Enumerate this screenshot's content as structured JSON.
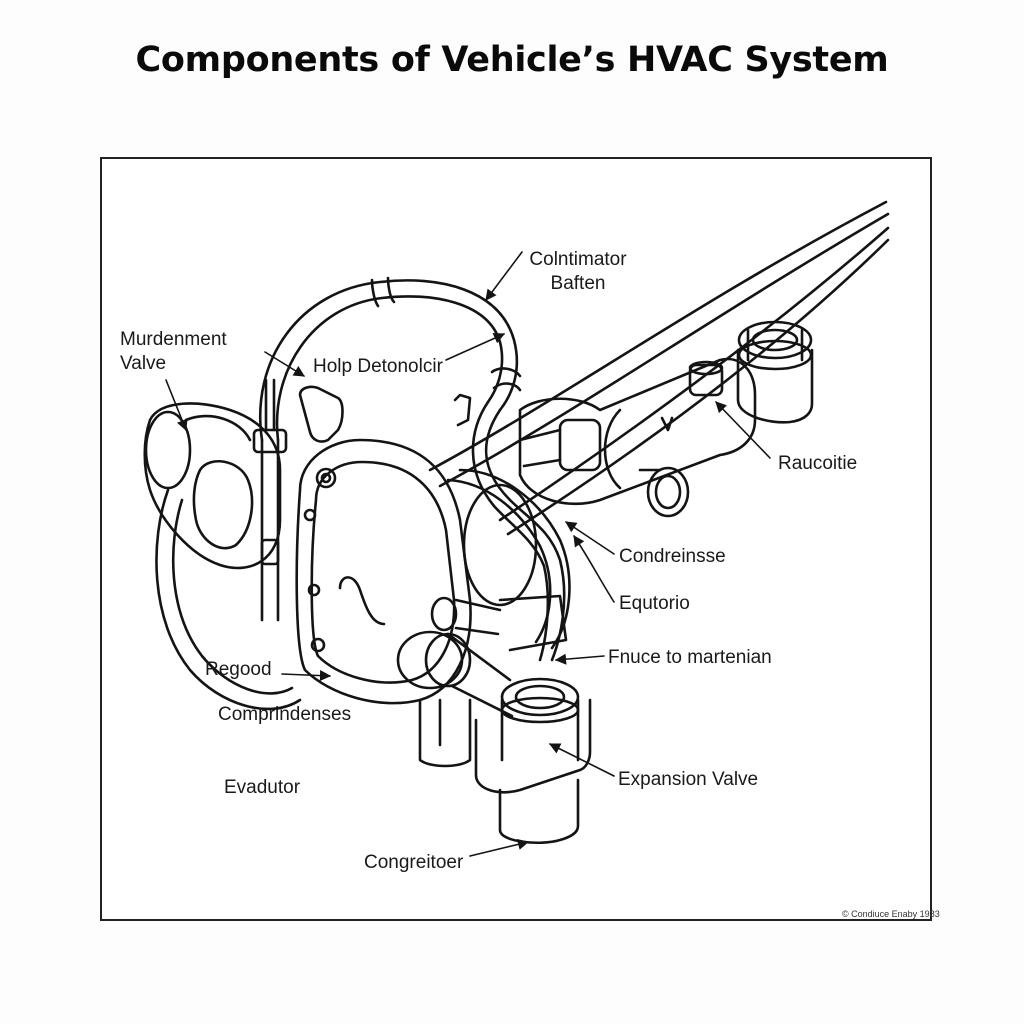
{
  "title": "Components of Vehicle’s HVAC System",
  "labels": {
    "colntimator_line1": "Colntimator",
    "colntimator_line2": "Baften",
    "murdenment_line1": "Murdenment",
    "murdenment_line2": "Valve",
    "holp_detonolcir": "Holp Detonolcir",
    "raucoitie": "Raucoitie",
    "condreinsse": "Condreinsse",
    "equtorio": "Equtorio",
    "fnuce": "Fnuce to martenian",
    "regood": "Regood",
    "comprindenses": "Comprindenses",
    "evadutor": "Evadutor",
    "expansion_valve": "Expansion Valve",
    "congreitoer": "Congreitoer"
  },
  "credit": "© Condiuce Enaby 1983"
}
